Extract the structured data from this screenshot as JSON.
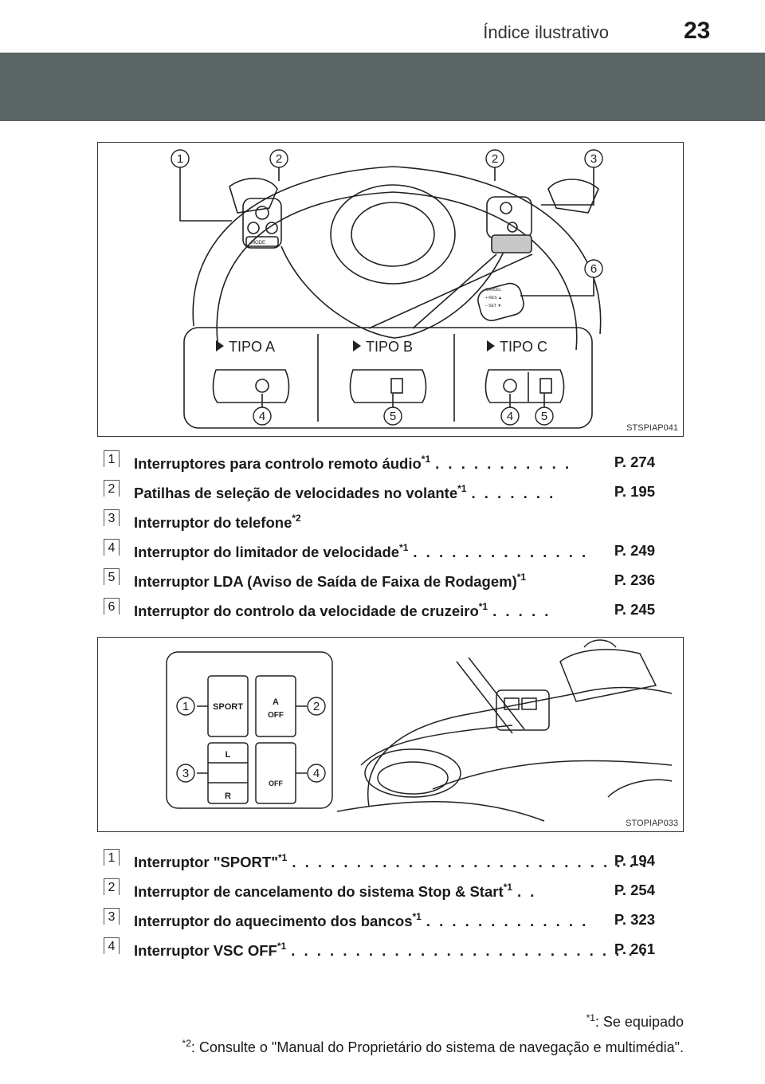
{
  "header": {
    "title": "Índice ilustrativo",
    "page": "23"
  },
  "figure1": {
    "code": "STSPIAP041",
    "types": [
      "TIPO A",
      "TIPO B",
      "TIPO C"
    ],
    "callouts": [
      "1",
      "2",
      "2",
      "3",
      "6",
      "4",
      "5",
      "4",
      "5"
    ],
    "labels": {
      "mode": "MODE",
      "cancel": "CANCEL",
      "res": "+ RES ▲",
      "set": "– SET ▼"
    }
  },
  "list1": [
    {
      "num": "1",
      "text": "Interruptores para controlo remoto áudio",
      "note": "*1",
      "dots": ". . . . . . . . . . .",
      "ref": "P. 274"
    },
    {
      "num": "2",
      "text": "Patilhas de seleção de velocidades no volante",
      "note": "*1",
      "dots": ". . . . . . .",
      "ref": "P. 195"
    },
    {
      "num": "3",
      "text": "Interruptor do telefone",
      "note": "*2",
      "dots": "",
      "ref": ""
    },
    {
      "num": "4",
      "text": "Interruptor do limitador de velocidade",
      "note": "*1",
      "dots": ". . . . . . . . . . . . . .",
      "ref": "P. 249"
    },
    {
      "num": "5",
      "text": "Interruptor LDA (Aviso de Saída de Faixa de Rodagem)",
      "note": "*1",
      "dots": "",
      "ref": "P. 236"
    },
    {
      "num": "6",
      "text": "Interruptor do controlo da velocidade de cruzeiro",
      "note": "*1",
      "dots": ". . . . .",
      "ref": "P. 245"
    }
  ],
  "figure2": {
    "code": "STOPIAP033",
    "callouts": [
      "1",
      "2",
      "3",
      "4"
    ],
    "labels": {
      "sport": "SPORT",
      "a": "A",
      "off1": "OFF",
      "l": "L",
      "r": "R",
      "off2": "OFF"
    }
  },
  "list2": [
    {
      "num": "1",
      "text": "Interruptor \"SPORT\"",
      "note": "*1",
      "dots": ". . . . . . . . . . . . . . . . . . . . . . . . . . . .",
      "ref": "P. 194"
    },
    {
      "num": "2",
      "text": "Interruptor de cancelamento do sistema Stop & Start",
      "note": "*1",
      "dots": ". .",
      "ref": "P. 254"
    },
    {
      "num": "3",
      "text": "Interruptor do aquecimento dos bancos",
      "note": "*1",
      "dots": ". . . . . . . . . . . . .",
      "ref": "P. 323"
    },
    {
      "num": "4",
      "text": "Interruptor VSC OFF",
      "note": "*1",
      "dots": ". . . . . . . . . . . . . . . . . . . . . . . . . . . .",
      "ref": "P. 261"
    }
  ],
  "footnotes": [
    {
      "mark": "*1",
      "text": ": Se equipado"
    },
    {
      "mark": "*2",
      "text": ": Consulte o \"Manual do Proprietário do sistema de navegação e multimédia\"."
    }
  ]
}
